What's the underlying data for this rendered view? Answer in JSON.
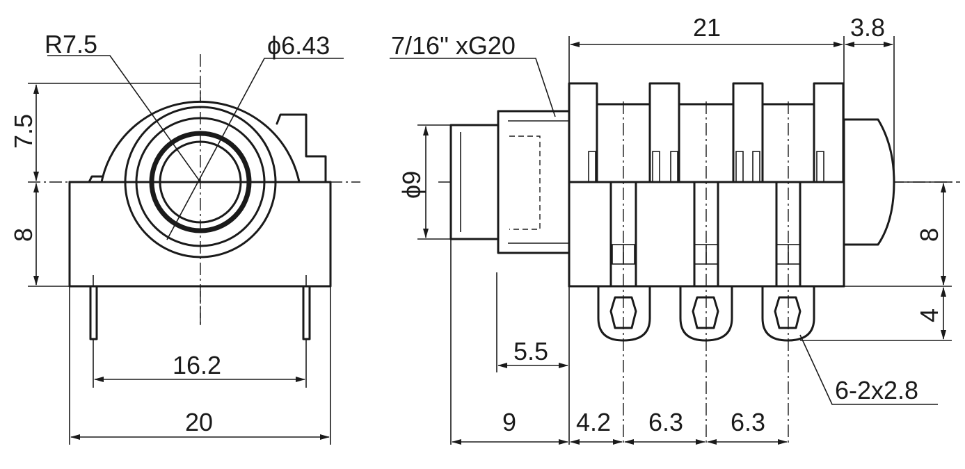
{
  "front_view": {
    "radius_label": "R7.5",
    "bore_label": "ϕ6.43",
    "upper_height_label": "7.5",
    "lower_height_label": "8",
    "pin_spacing_label": "16.2",
    "total_width_label": "20"
  },
  "side_view": {
    "thread_label": "7/16\" xG20",
    "body_length_label": "21",
    "tip_length_label": "3.8",
    "barrel_diameter_label": "ϕ9",
    "body_height_label": "8",
    "lug_height_label": "4",
    "barrel_offset_label": "5.5",
    "barrel_length_label": "9",
    "first_pitch_label": "4.2",
    "second_pitch_label": "6.3",
    "third_pitch_label": "6.3",
    "lug_hole_label": "6-2x2.8"
  }
}
